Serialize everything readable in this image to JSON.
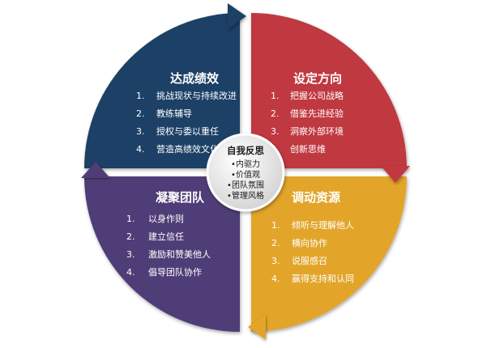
{
  "colors": {
    "top_left": "#1f3f66",
    "top_right": "#c0383f",
    "bottom_right": "#e2a52a",
    "bottom_left": "#4f3d77",
    "center_fill": "#e6e6e6"
  },
  "quadrants": {
    "top_left": {
      "title": "达成绩效",
      "items": [
        "挑战现状与持续改进",
        "教练辅导",
        "授权与委以重任",
        "营造高绩效文化"
      ]
    },
    "top_right": {
      "title": "设定方向",
      "items": [
        "把握公司战略",
        "借鉴先进经验",
        "洞察外部环境",
        "创新思维"
      ]
    },
    "bottom_left": {
      "title": "凝聚团队",
      "items": [
        "以身作则",
        "建立信任",
        "激励和赞美他人",
        "倡导团队协作"
      ]
    },
    "bottom_right": {
      "title": "调动资源",
      "items": [
        "倾听与理解他人",
        "横向协作",
        "说服感召",
        "赢得支持和认同"
      ]
    }
  },
  "center": {
    "title": "自我反思",
    "items": [
      "•内驱力",
      "•价值观",
      "•团队氛围",
      "•管理风格"
    ]
  }
}
